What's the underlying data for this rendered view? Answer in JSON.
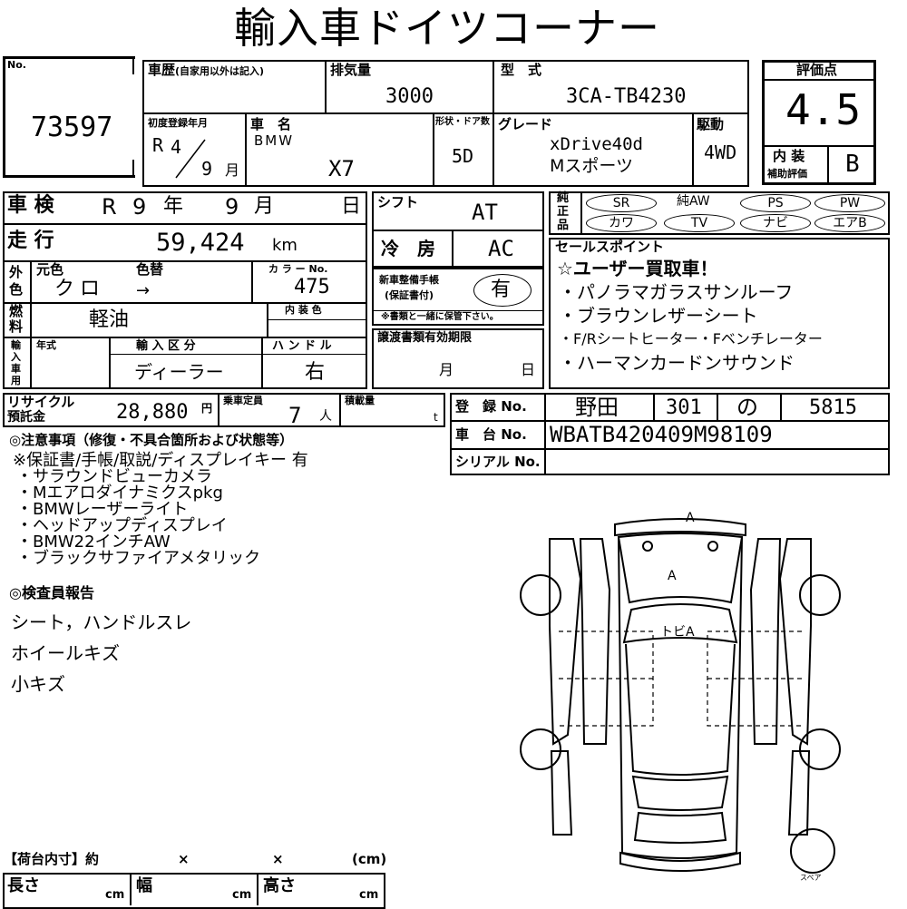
{
  "title": "輸入車ドイツコーナー",
  "lot": {
    "label": "No.",
    "number": "73597"
  },
  "history": {
    "label": "車歴",
    "sub": "(自家用以外は記入)"
  },
  "displacement": {
    "label": "排気量",
    "value": "3000"
  },
  "model_code": {
    "label": "型　式",
    "value": "3CA-TB4230"
  },
  "score": {
    "label": "評価点",
    "value": "4.5",
    "interior_label_1": "内 装",
    "interior_label_2": "補助評価",
    "interior_value": "B"
  },
  "first_reg": {
    "label": "初度登録年月",
    "era": "R",
    "year": "4",
    "month": "9",
    "month_unit": "月"
  },
  "car_name": {
    "label": "車　名",
    "maker": "BMW",
    "model": "X7"
  },
  "doors": {
    "label": "形状・ドア数",
    "value": "5D"
  },
  "grade": {
    "label": "グレード",
    "line1": "xDrive40d",
    "line2": "Mスポーツ"
  },
  "drive": {
    "label": "駆動",
    "value": "4WD"
  },
  "inspection": {
    "label": "車 検",
    "era": "R",
    "year": "9",
    "year_unit": "年",
    "month": "9",
    "month_unit": "月",
    "day_unit": "日"
  },
  "shift": {
    "label": "シフト",
    "value": "AT"
  },
  "genuine": {
    "label1": "純",
    "label2": "正",
    "label3": "品",
    "row1": [
      "SR",
      "純AW",
      "PS",
      "PW"
    ],
    "row2": [
      "カワ",
      "TV",
      "ナビ",
      "エアB"
    ]
  },
  "mileage": {
    "label": "走 行",
    "value": "59,424",
    "unit": "km"
  },
  "aircon": {
    "label": "冷　房",
    "value": "AC"
  },
  "sales_points": {
    "label": "セールスポイント",
    "items": [
      "☆ユーザー買取車！",
      "・パノラマガラスサンルーフ",
      "・ブラウンレザーシート",
      "・F/Rシートヒーター・Fベンチレーター",
      "・ハーマンカードンサウンド"
    ]
  },
  "exterior": {
    "label1": "外",
    "label2": "色",
    "orig_label": "元色",
    "change_label": "色替",
    "orig": "クロ",
    "change": "→",
    "color_no_label": "カ ラ ー No.",
    "color_no": "475"
  },
  "manual": {
    "label1": "新車整備手帳",
    "label2": "(保証書付)",
    "value": "有",
    "note": "※書類と一緒に保管下さい。"
  },
  "fuel": {
    "label1": "燃",
    "label2": "料",
    "value": "軽油",
    "interior_color_label": "内 装 色"
  },
  "import": {
    "label1": "輸",
    "label2": "入",
    "label3": "車",
    "label4": "用",
    "year_label": "年式",
    "type_label": "輸 入 区 分",
    "type": "ディーラー",
    "handle_label": "ハ ン ド ル",
    "handle": "右"
  },
  "transfer": {
    "label": "譲渡書類有効期限",
    "month_unit": "月",
    "day_unit": "日"
  },
  "recycle": {
    "label1": "リサイクル",
    "label2": "預託金",
    "value": "28,880",
    "unit": "円"
  },
  "capacity": {
    "label": "乗車定員",
    "value": "7",
    "unit": "人"
  },
  "load": {
    "label": "積載量",
    "unit": "t"
  },
  "registration": {
    "label": "登　録 No.",
    "area": "野田",
    "class": "301",
    "kana": "の",
    "number": "5815"
  },
  "chassis": {
    "label": "車　台 No.",
    "value": "WBATB420409M98109"
  },
  "serial": {
    "label": "シリアル No."
  },
  "notes": {
    "heading": "◎注意事項（修復・不具合箇所および状態等）",
    "lines": [
      "※保証書/手帳/取説/ディスプレイキー 有",
      "・サラウンドビューカメラ",
      "・Mエアロダイナミクスpkg",
      "・BMWレーザーライト",
      "・ヘッドアップディスプレイ",
      "・BMW22インチAW",
      "・ブラックサファイアメタリック"
    ]
  },
  "inspector": {
    "heading": "◎検査員報告",
    "lines": [
      "シート，ハンドルスレ",
      "ホイールキズ",
      "小キズ"
    ]
  },
  "diagram": {
    "mark_front_bumper": "A",
    "mark_hood": "A",
    "mark_windshield": "トビA",
    "spare_label": "スペア"
  },
  "cargo": {
    "label": "【荷台内寸】約",
    "x1": "×",
    "x2": "×",
    "unit_cm": "(cm)",
    "len_label": "長さ",
    "width_label": "幅",
    "height_label": "高さ",
    "cm": "cm"
  }
}
